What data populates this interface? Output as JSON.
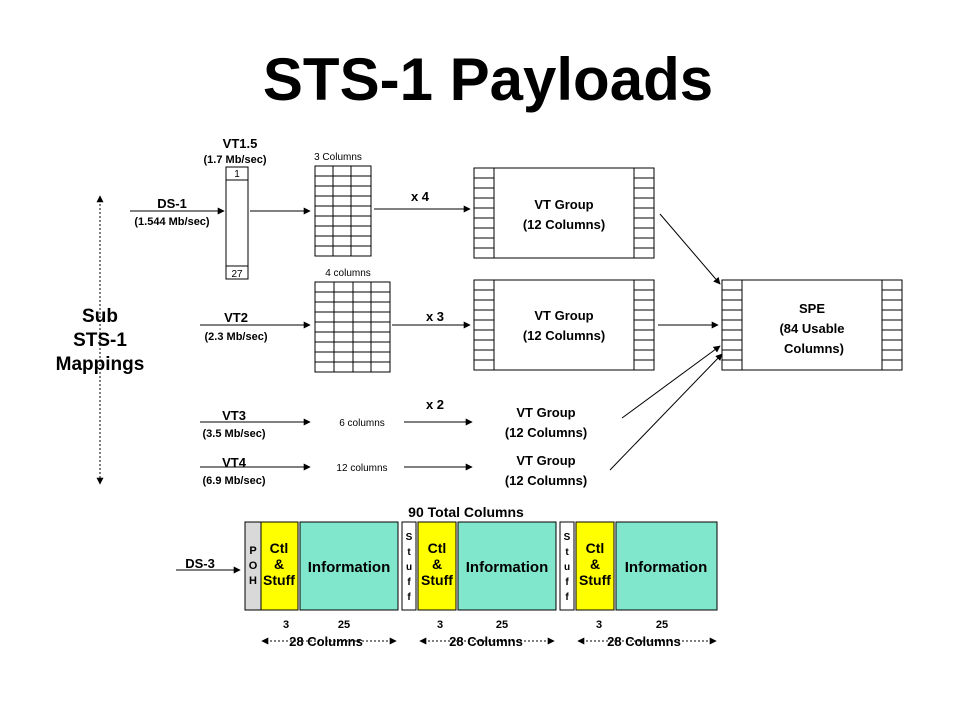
{
  "title": "STS-1 Payloads",
  "side_label": [
    "Sub",
    "STS-1",
    "Mappings"
  ],
  "vt15": {
    "name": "VT1.5",
    "rate": "(1.7 Mb/sec)",
    "top_row": "1",
    "bottom_row": "27",
    "columns": "3 Columns",
    "multiplier": "x 4"
  },
  "ds1": {
    "name": "DS-1",
    "rate": "(1.544 Mb/sec)"
  },
  "vt2": {
    "name": "VT2",
    "rate": "(2.3 Mb/sec)",
    "columns": "4 columns",
    "multiplier": "x 3"
  },
  "vt3": {
    "name": "VT3",
    "rate": "(3.5 Mb/sec)",
    "columns": "6 columns",
    "multiplier": "x 2"
  },
  "vt4": {
    "name": "VT4",
    "rate": "(6.9 Mb/sec)",
    "columns": "12 columns"
  },
  "vt_group": {
    "line1": "VT Group",
    "line2": "(12 Columns)"
  },
  "spe": {
    "line1": "SPE",
    "line2": "(84 Usable",
    "line3": "Columns)"
  },
  "ds3": {
    "name": "DS-3",
    "total": "90 Total Columns",
    "poh": [
      "P",
      "O",
      "H"
    ],
    "ctl": [
      "Ctl",
      "&",
      "Stuff"
    ],
    "info": "Information",
    "stuff": [
      "S",
      "t",
      "u",
      "f",
      "f"
    ],
    "ctl_cols": "3",
    "info_cols": "25",
    "group_cols": "28 Columns"
  },
  "colors": {
    "ctl": "#ffff00",
    "info": "#80e6cc",
    "poh": "#d9d9d9"
  }
}
